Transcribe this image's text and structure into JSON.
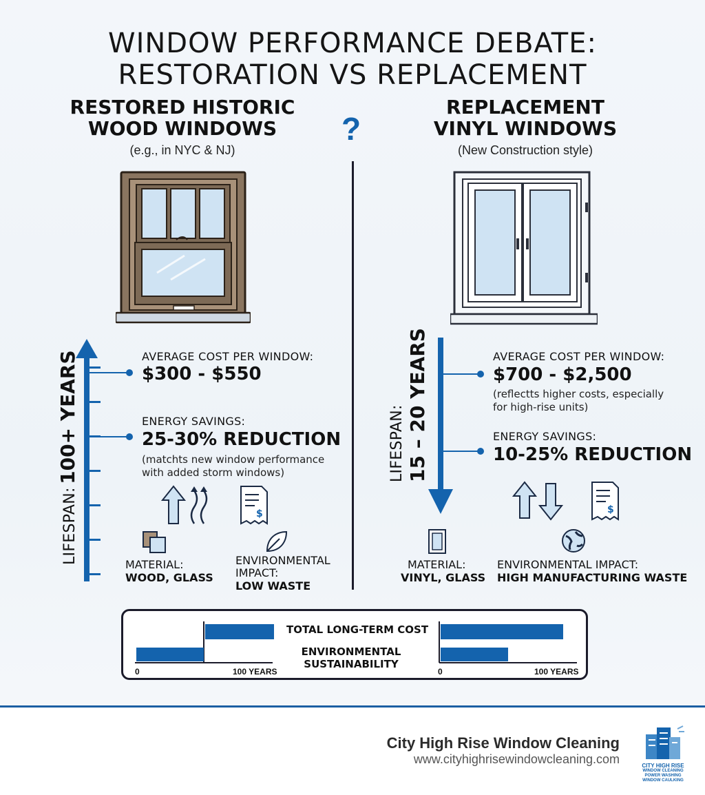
{
  "title_line1": "WINDOW PERFORMANCE DEBATE:",
  "title_line2": "RESTORATION VS REPLACEMENT",
  "question_mark": "?",
  "left": {
    "heading_line1": "RESTORED HISTORIC",
    "heading_line2": "WOOD WINDOWS",
    "subtitle": "(e.g., in NYC & NJ)",
    "lifespan_label": "LIFESPAN:",
    "lifespan_value": "100+ YEARS",
    "cost_label": "AVERAGE COST PER WINDOW:",
    "cost_value": "$300 - $550",
    "energy_label": "ENERGY SAVINGS:",
    "energy_value": "25-30% REDUCTION",
    "energy_note_line1": "(matchts new window performance",
    "energy_note_line2": "with added storm windows)",
    "material_label": "MATERIAL:",
    "material_value": "WOOD, GLASS",
    "env_label_line1": "ENVIRONMENTAL",
    "env_label_line2": "IMPACT:",
    "env_value": "LOW WASTE"
  },
  "right": {
    "heading_line1": "REPLACEMENT",
    "heading_line2": "VINYL WINDOWS",
    "subtitle": "(New Construction style)",
    "lifespan_label": "LIFESPAN:",
    "lifespan_value": "15 – 20 YEARS",
    "cost_label": "AVERAGE COST PER WINDOW:",
    "cost_value": "$700 - $2,500",
    "cost_note_line1": "(reflectts higher costs, especially",
    "cost_note_line2": "for high-rise units)",
    "energy_label": "ENERGY SAVINGS:",
    "energy_value": "10-25% REDUCTION",
    "material_label": "MATERIAL:",
    "material_value": "VINYL, GLASS",
    "env_label": "ENVIRONMENTAL IMPACT:",
    "env_value": "HIGH MANUFACTURING WASTE"
  },
  "comparison": {
    "row1_label": "TOTAL LONG-TERM COST",
    "row2_label_line1": "ENVIRONMENTAL",
    "row2_label_line2": "SUSTAINABILITY",
    "axis_start": "0",
    "axis_end": "100 YEARS",
    "left_bars": {
      "total_long_term_cost": 0.5,
      "environmental_sustainability": 0.5
    },
    "right_bars": {
      "total_long_term_cost": 0.9,
      "environmental_sustainability": 0.5
    }
  },
  "footer": {
    "brand": "City High Rise Window Cleaning",
    "url": "www.cityhighrisewindowcleaning.com",
    "logo_line1": "CITY HIGH RISE",
    "logo_line2": "WINDOW CLEANING",
    "logo_line3": "POWER WASHING",
    "logo_line4": "WINDOW CAULKING"
  },
  "colors": {
    "accent": "#1463ad",
    "dark": "#1b1b2a",
    "wood": "#8a7560",
    "glass": "#cfe3f3"
  }
}
